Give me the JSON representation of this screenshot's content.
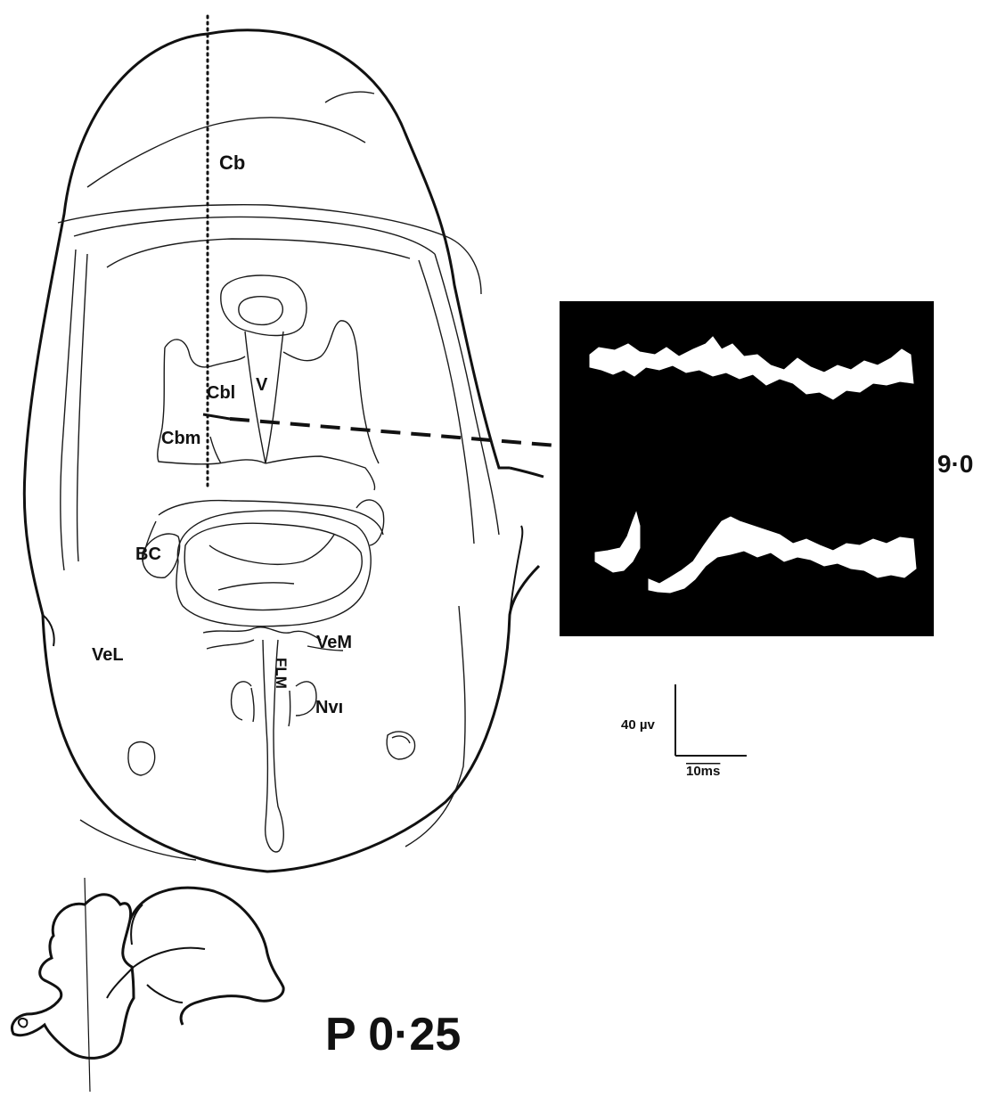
{
  "labels": {
    "cb": "Cb",
    "cbl": "Cbl",
    "v": "V",
    "cbm": "Cbm",
    "bc": "BC",
    "vel": "VeL",
    "vem": "VeM",
    "flm": "FLM",
    "nvi": "Nvı"
  },
  "recording": {
    "depth": "9·0",
    "background": "#000000",
    "trace_color": "#ffffff"
  },
  "scale_bar": {
    "amplitude": "40 µv",
    "time": "10ms"
  },
  "section_level": "P 0·25"
}
